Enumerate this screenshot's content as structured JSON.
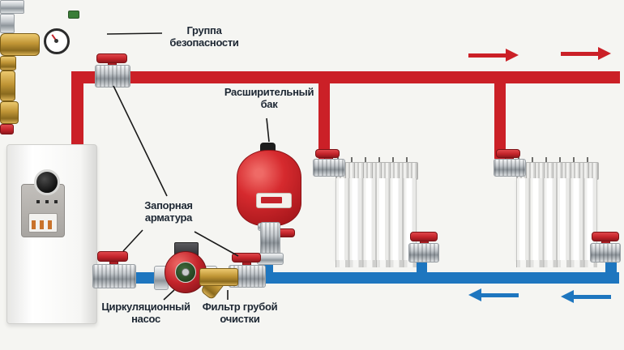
{
  "diagram": {
    "type": "closed-loop-heating-system-schematic",
    "labels": {
      "safety_group": "Группа\nбезопасности",
      "expansion_tank": "Расширительный\nбак",
      "shutoff_valves": "Запорная\nарматура",
      "circulation_pump": "Циркуляционный\nнасос",
      "coarse_filter": "Фильтр грубой\nочистки"
    },
    "flow": {
      "supply": {
        "color": "#cb2027",
        "direction": "right",
        "arrow_count": 2
      },
      "return": {
        "color": "#1e76bf",
        "direction": "left",
        "arrow_count": 2
      }
    },
    "components": {
      "boiler": "electric-boiler",
      "radiator_count": 2,
      "radiator_sections_each": 6,
      "shutoff_valve_count": 3,
      "safety_group_parts": [
        "pressure-gauge",
        "air-vent",
        "safety-valve"
      ]
    },
    "colors": {
      "label_text": "#1d2733",
      "background": "#f5f5f2",
      "brass": "#c09535",
      "pump_red": "#c4242b"
    }
  }
}
